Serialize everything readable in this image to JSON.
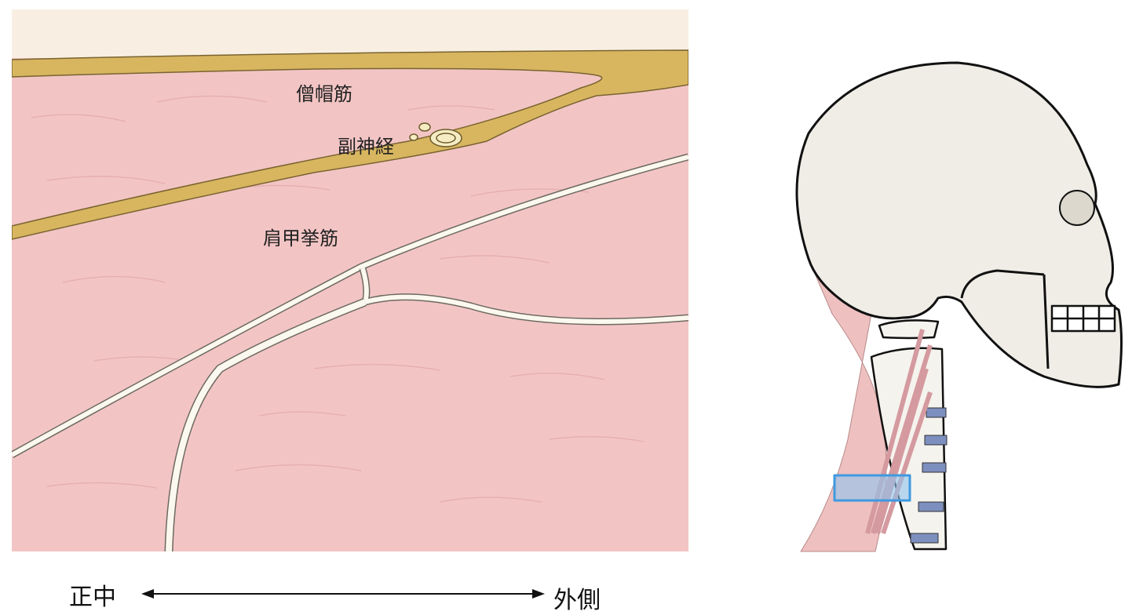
{
  "labels": {
    "trapezius": "僧帽筋",
    "accessory_nerve": "副神経",
    "levator_scapulae": "肩甲挙筋"
  },
  "axis": {
    "left": "正中",
    "right": "外側"
  },
  "colors": {
    "muscle": "#f2c5c4",
    "fat": "#d8b660",
    "skin": "#f8efe2",
    "fascia": "#fbf8ef",
    "bone": "#efede6",
    "highlight": "#8fc4ef"
  }
}
